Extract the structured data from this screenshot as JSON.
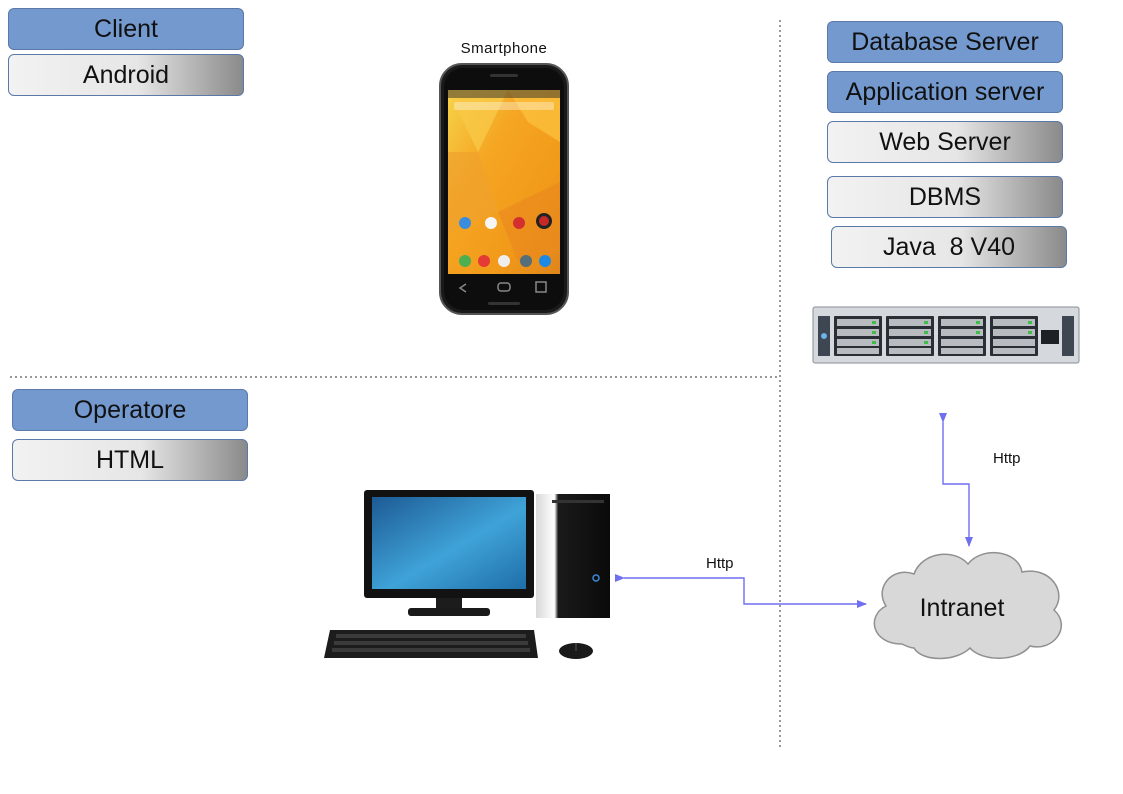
{
  "client": {
    "title": "Client",
    "platform": "Android"
  },
  "operatore": {
    "title": "Operatore",
    "platform": "HTML"
  },
  "server_stack": [
    "Database Server",
    "Application server",
    "Web Server",
    "DBMS",
    "Java  8 V40"
  ],
  "device_labels": {
    "smartphone": "Smartphone"
  },
  "network": {
    "cloud_label": "Intranet",
    "link_server": "Http",
    "link_pc": "Http"
  },
  "colors": {
    "title_box": "#7399cf",
    "box_border": "#5b79a8",
    "arrow": "#6f6ff0"
  }
}
